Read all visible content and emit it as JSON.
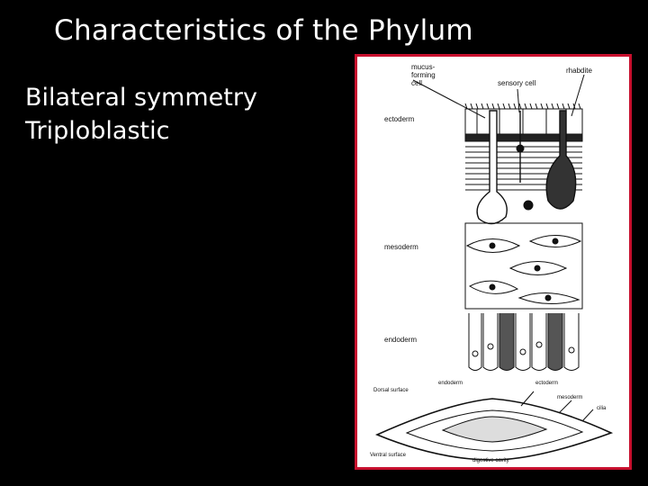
{
  "slide": {
    "title": "Characteristics of the Phylum",
    "bullets": [
      "Bilateral symmetry",
      "Triploblastic"
    ]
  },
  "figure": {
    "labels": {
      "mucus_forming_cell": [
        "mucus-",
        "forming",
        "cell"
      ],
      "sensory_cell": "sensory cell",
      "rhabdite": "rhabdite",
      "ectoderm": "ectoderm",
      "mesoderm": "mesoderm",
      "endoderm": "endoderm",
      "dorsal_surface": "Dorsal surface",
      "endoderm_small": "endoderm",
      "ectoderm_small": "ectoderm",
      "mesoderm_small": "mesoderm",
      "cilia": "cilia",
      "ventral_surface": "Ventral surface",
      "digestive_cavity": "digestive cavity"
    }
  },
  "colors": {
    "background": "#000000",
    "text": "#ffffff",
    "figure_border": "#c8102e"
  }
}
